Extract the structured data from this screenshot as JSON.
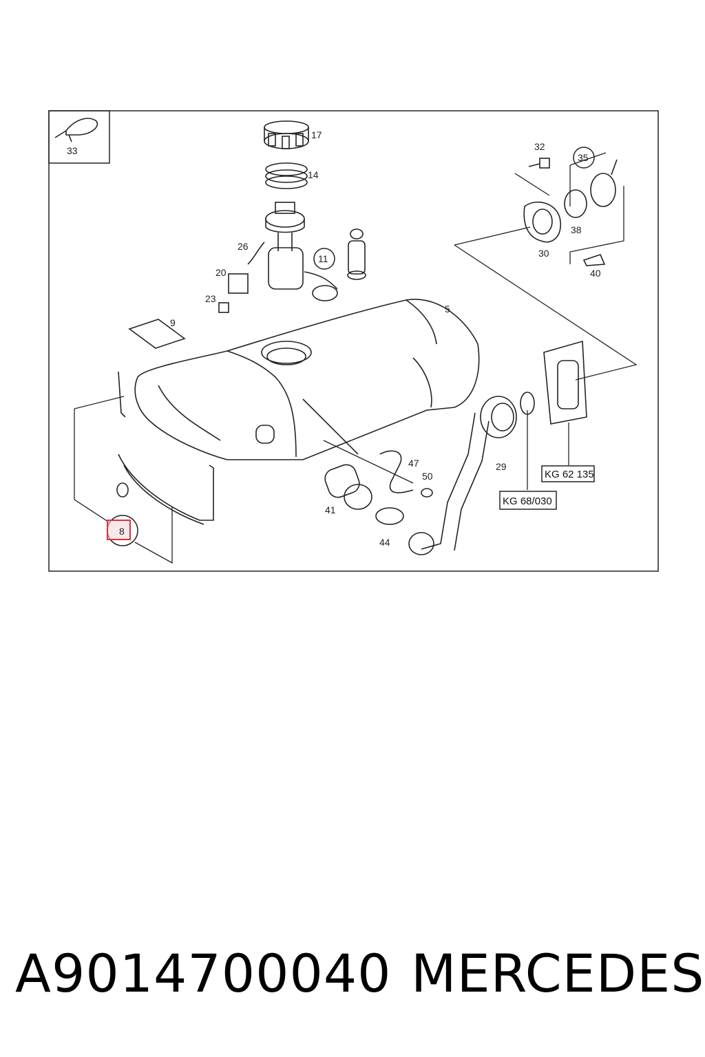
{
  "diagram": {
    "callouts": [
      {
        "id": "33",
        "text": "33"
      },
      {
        "id": "17",
        "text": "17"
      },
      {
        "id": "14",
        "text": "14"
      },
      {
        "id": "26",
        "text": "26"
      },
      {
        "id": "11",
        "text": "11"
      },
      {
        "id": "20",
        "text": "20"
      },
      {
        "id": "23",
        "text": "23"
      },
      {
        "id": "9",
        "text": "9"
      },
      {
        "id": "5",
        "text": "5"
      },
      {
        "id": "32",
        "text": "32"
      },
      {
        "id": "35",
        "text": "35"
      },
      {
        "id": "38",
        "text": "38"
      },
      {
        "id": "30",
        "text": "30"
      },
      {
        "id": "40",
        "text": "40"
      },
      {
        "id": "47",
        "text": "47"
      },
      {
        "id": "50",
        "text": "50"
      },
      {
        "id": "29",
        "text": "29"
      },
      {
        "id": "41",
        "text": "41"
      },
      {
        "id": "44",
        "text": "44"
      },
      {
        "id": "8",
        "text": "8"
      }
    ],
    "ref_boxes": [
      {
        "id": "kg62",
        "text": "KG 62 135"
      },
      {
        "id": "kg68",
        "text": "KG 68/030"
      }
    ],
    "highlight_color": "#e0303a"
  },
  "footer": {
    "part_number": "A9014700040",
    "brand": "MERCEDES"
  }
}
